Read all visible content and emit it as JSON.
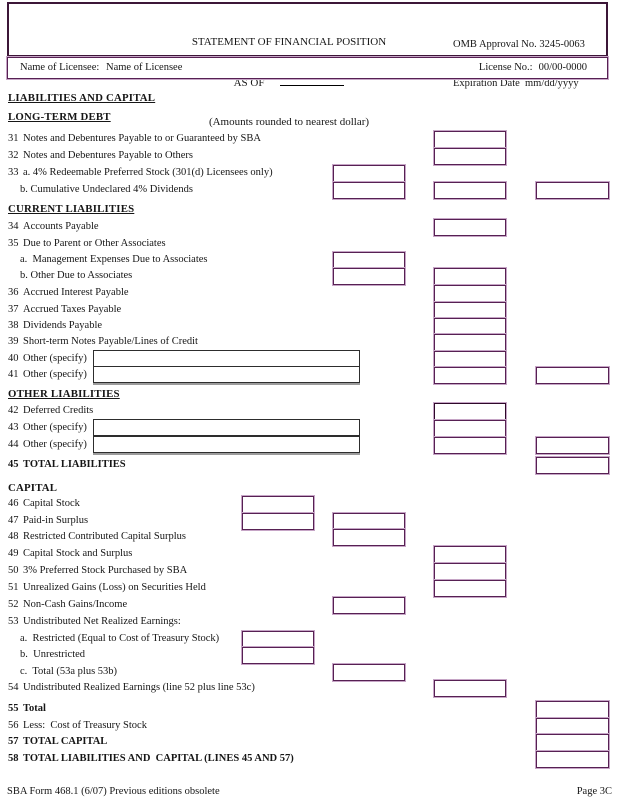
{
  "header": {
    "title": "STATEMENT OF FINANCIAL POSITION",
    "as_of_label": "AS OF",
    "subtitle": "(Amounts rounded to nearest dollar)",
    "omb_line1": "OMB Approval No. 3245-0063",
    "omb_line2": "Expiration Date  mm/dd/yyyy"
  },
  "licensee": {
    "name_label": "Name of Licensee:",
    "name_value": "Name of Licensee",
    "license_label": "License No.:",
    "license_value": "00/00-0000"
  },
  "form": {
    "rows": [
      {
        "id": "sec-liabilities-and-capital",
        "type": "heading",
        "label": "LIABILITIES AND CAPITAL",
        "underline": true
      },
      {
        "id": "sec-long-term-debt",
        "type": "heading",
        "label": "LONG-TERM DEBT",
        "underline": true
      },
      {
        "id": "line-31",
        "type": "line",
        "num": "31",
        "label": "Notes and Debentures Payable to or Guaranteed by SBA",
        "boxes": [
          "b"
        ]
      },
      {
        "id": "line-32",
        "type": "line",
        "num": "32",
        "label": "Notes and Debentures Payable to Others",
        "boxes": [
          "b"
        ]
      },
      {
        "id": "line-33a",
        "type": "line",
        "num": "33",
        "sub": true,
        "label": "a. 4% Redeemable Preferred Stock (301(d) Licensees only)",
        "boxes": [
          "a"
        ]
      },
      {
        "id": "line-33b",
        "type": "line",
        "num": "",
        "sub": true,
        "label": "b. Cumulative Undeclared 4% Dividends",
        "boxes": [
          "a",
          "b",
          "c"
        ]
      },
      {
        "id": "sec-current-liabilities",
        "type": "heading",
        "label": "CURRENT LIABILITIES",
        "underline": true
      },
      {
        "id": "line-34",
        "type": "line",
        "num": "34",
        "label": "Accounts Payable",
        "boxes": [
          "b"
        ]
      },
      {
        "id": "line-35",
        "type": "line",
        "num": "35",
        "label": "Due to Parent or Other Associates",
        "boxes": []
      },
      {
        "id": "line-35a",
        "type": "line",
        "num": "",
        "sub": true,
        "label": "a.  Management Expenses Due to Associates",
        "boxes": [
          "a"
        ]
      },
      {
        "id": "line-35b",
        "type": "line",
        "num": "",
        "sub": true,
        "label": "b. Other Due to Associates",
        "boxes": [
          "a",
          "b"
        ]
      },
      {
        "id": "line-36",
        "type": "line",
        "num": "36",
        "label": "Accrued Interest Payable",
        "boxes": [
          "b"
        ]
      },
      {
        "id": "line-37",
        "type": "line",
        "num": "37",
        "label": "Accrued Taxes Payable",
        "boxes": [
          "b"
        ]
      },
      {
        "id": "line-38",
        "type": "line",
        "num": "38",
        "label": "Dividends Payable",
        "boxes": [
          "b"
        ]
      },
      {
        "id": "line-39",
        "type": "line",
        "num": "39",
        "label": "Short-term Notes Payable/Lines of Credit",
        "boxes": [
          "b"
        ]
      },
      {
        "id": "line-40",
        "type": "line",
        "num": "40",
        "label": "Other (specify)",
        "specify": true,
        "boxes": [
          "b"
        ]
      },
      {
        "id": "line-41",
        "type": "line",
        "num": "41",
        "label": "Other (specify)",
        "specify": true,
        "boxes": [
          "b",
          "c"
        ]
      },
      {
        "id": "sec-other-liabilities",
        "type": "heading",
        "label": "OTHER LIABILITIES",
        "underline": true
      },
      {
        "id": "line-42",
        "type": "line",
        "num": "42",
        "label": "Deferred Credits",
        "boxes": [
          "b"
        ]
      },
      {
        "id": "line-43",
        "type": "line",
        "num": "43",
        "label": "Other (specify)",
        "specify": true,
        "boxes": [
          "b"
        ]
      },
      {
        "id": "line-44",
        "type": "line",
        "num": "44",
        "label": "Other (specify)",
        "specify": true,
        "boxes": [
          "b",
          "c"
        ]
      },
      {
        "id": "line-45",
        "type": "line",
        "num": "45",
        "label": "TOTAL LIABILITIES",
        "bold": true,
        "boxes": [
          "c"
        ]
      },
      {
        "id": "sec-capital",
        "type": "heading",
        "label": "CAPITAL",
        "underline": false
      },
      {
        "id": "line-46",
        "type": "line",
        "num": "46",
        "label": "Capital Stock",
        "boxes": [
          "d"
        ]
      },
      {
        "id": "line-47",
        "type": "line",
        "num": "47",
        "label": "Paid-in Surplus",
        "boxes": [
          "d",
          "a"
        ]
      },
      {
        "id": "line-48",
        "type": "line",
        "num": "48",
        "label": "Restricted Contributed Capital Surplus",
        "boxes": [
          "a"
        ]
      },
      {
        "id": "line-49",
        "type": "line",
        "num": "49",
        "label": "Capital Stock and Surplus",
        "boxes": [
          "b"
        ]
      },
      {
        "id": "line-50",
        "type": "line",
        "num": "50",
        "label": "3% Preferred Stock Purchased by SBA",
        "boxes": [
          "b"
        ]
      },
      {
        "id": "line-51",
        "type": "line",
        "num": "51",
        "label": "Unrealized Gains (Loss) on Securities Held",
        "boxes": [
          "b"
        ]
      },
      {
        "id": "line-52",
        "type": "line",
        "num": "52",
        "label": "Non-Cash Gains/Income",
        "boxes": [
          "a"
        ]
      },
      {
        "id": "line-53",
        "type": "line",
        "num": "53",
        "label": "Undistributed Net Realized Earnings:",
        "boxes": []
      },
      {
        "id": "line-53a",
        "type": "line",
        "num": "",
        "sub": true,
        "label": "a.  Restricted (Equal to Cost of Treasury Stock)",
        "boxes": [
          "d"
        ]
      },
      {
        "id": "line-53b",
        "type": "line",
        "num": "",
        "sub": true,
        "label": "b.  Unrestricted",
        "boxes": [
          "d"
        ]
      },
      {
        "id": "line-53c",
        "type": "line",
        "num": "",
        "sub": true,
        "label": "c.  Total (53a plus 53b)",
        "boxes": [
          "a"
        ]
      },
      {
        "id": "line-54",
        "type": "line",
        "num": "54",
        "label": "Undistributed Realized Earnings (line 52 plus line 53c)",
        "boxes": [
          "b"
        ]
      },
      {
        "id": "line-55",
        "type": "line",
        "num": "55",
        "label": "Total",
        "bold": true,
        "boxes": [
          "c"
        ]
      },
      {
        "id": "line-56",
        "type": "line",
        "num": "56",
        "label": "Less:  Cost of Treasury Stock",
        "boxes": [
          "c"
        ]
      },
      {
        "id": "line-57",
        "type": "line",
        "num": "57",
        "label": "TOTAL CAPITAL",
        "bold": true,
        "boxes": [
          "c"
        ]
      },
      {
        "id": "line-58",
        "type": "line",
        "num": "58",
        "label": "TOTAL LIABILITIES AND  CAPITAL (LINES 45 AND 57)",
        "bold": true,
        "boxes": [
          "c"
        ]
      }
    ]
  },
  "footer": {
    "left": "SBA Form 468.1 (6/07) Previous editions obsolete",
    "right": "Page 3C"
  },
  "colors": {
    "amount_box_border": "#572153",
    "amount_box_halo": "#c6a5c6",
    "specify_field_border": "#2d2d2d",
    "header_frame": "#3c1638"
  }
}
